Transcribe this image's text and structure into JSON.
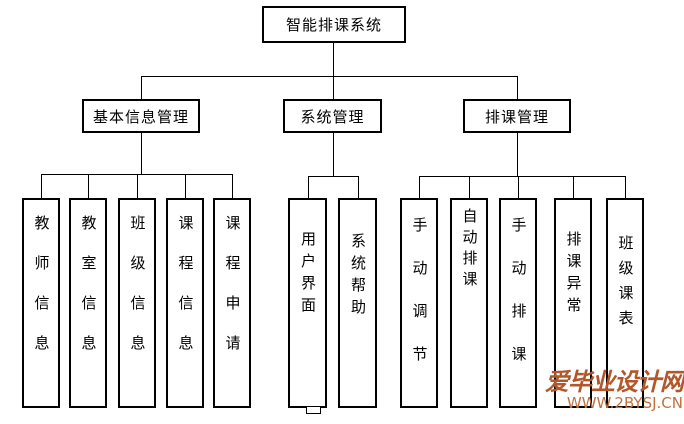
{
  "page": {
    "background_color": "#ffffff"
  },
  "diagram": {
    "type": "hierarchy-tree",
    "line_color": "#000000",
    "box_border_color": "#000000",
    "box_fill_color": "#ffffff",
    "text_color": "#000000",
    "root": {
      "label": "智能排课系统"
    },
    "branches": [
      {
        "label": "基本信息管理",
        "children": [
          {
            "label": "教师信息"
          },
          {
            "label": "教室信息"
          },
          {
            "label": "班级信息"
          },
          {
            "label": "课程信息"
          },
          {
            "label": "课程申请"
          }
        ]
      },
      {
        "label": "系统管理",
        "children": [
          {
            "label": "用户界面"
          },
          {
            "label": "系统帮助"
          }
        ]
      },
      {
        "label": "排课管理",
        "children": [
          {
            "label": "手动调节"
          },
          {
            "label": "自动排课"
          },
          {
            "label": "手动排课"
          },
          {
            "label": "排课异常"
          },
          {
            "label": "班级课表"
          }
        ]
      }
    ]
  },
  "watermark": {
    "site_name": "爱毕业设计网",
    "site_url": "WWW.2BYSJ.CN",
    "name_color": "#b3562a",
    "url_color": "#c1703f"
  }
}
